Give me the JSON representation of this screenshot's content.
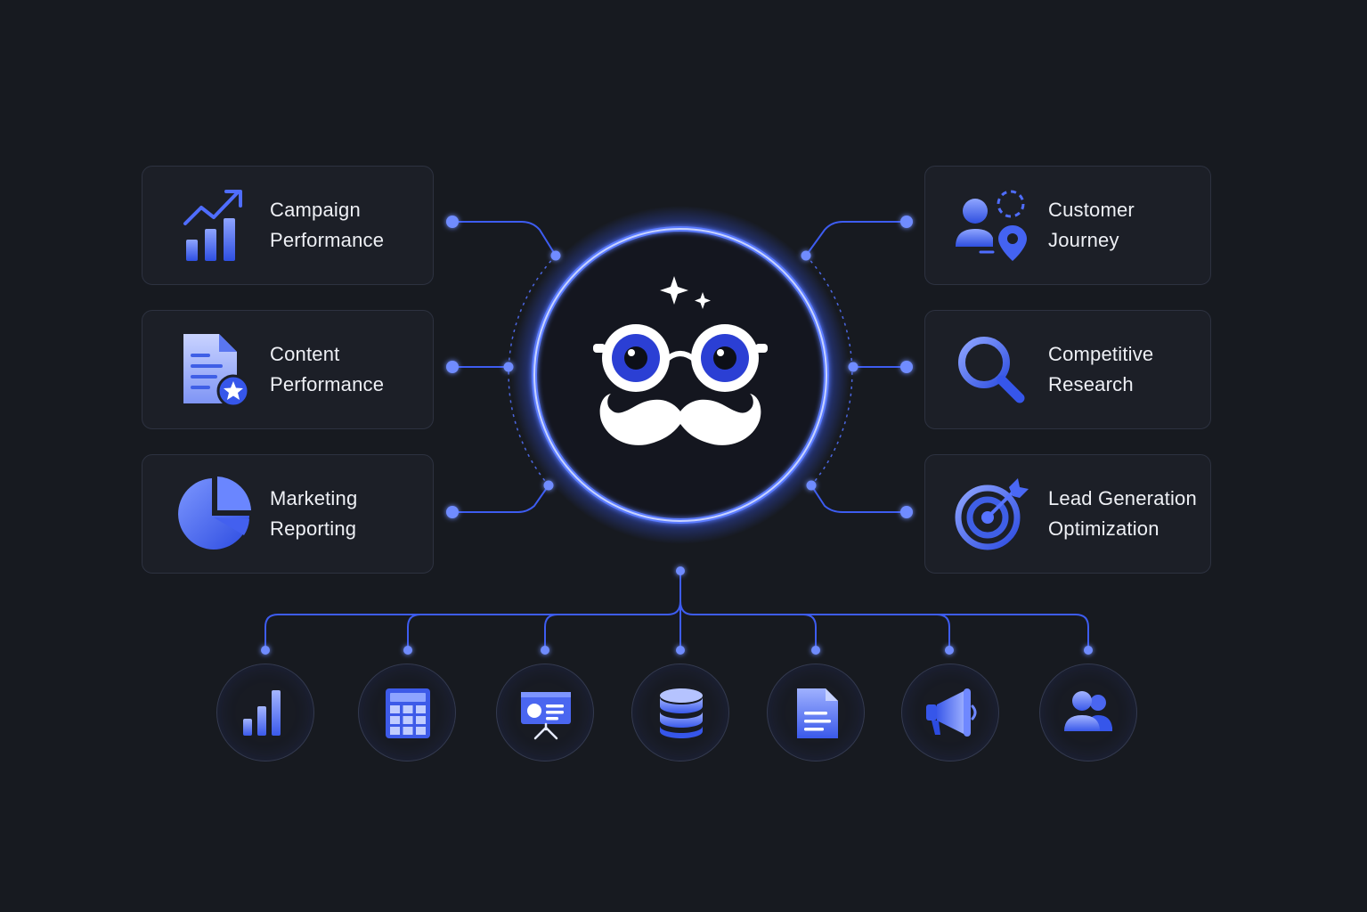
{
  "capabilities": {
    "left": [
      {
        "line1": "Campaign",
        "line2": "Performance",
        "icon": "trending-chart-icon"
      },
      {
        "line1": "Content",
        "line2": "Performance",
        "icon": "document-star-icon"
      },
      {
        "line1": "Marketing",
        "line2": "Reporting",
        "icon": "pie-chart-icon"
      }
    ],
    "right": [
      {
        "line1": "Customer",
        "line2": "Journey",
        "icon": "user-location-icon"
      },
      {
        "line1": "Competitive",
        "line2": "Research",
        "icon": "magnifier-icon"
      },
      {
        "line1": "Lead Generation",
        "line2": "Optimization",
        "icon": "target-icon"
      }
    ]
  },
  "hub": {
    "icon": "mascot-glasses-mustache-icon"
  },
  "tools": [
    "bar-chart-icon",
    "spreadsheet-icon",
    "presentation-icon",
    "database-icon",
    "document-icon",
    "megaphone-icon",
    "users-icon"
  ],
  "colors": {
    "background": "#171a20",
    "card": "#1c1f27",
    "accent": "#4d6dff",
    "accent_dark": "#2c4bd8",
    "text": "#eef0f5"
  }
}
